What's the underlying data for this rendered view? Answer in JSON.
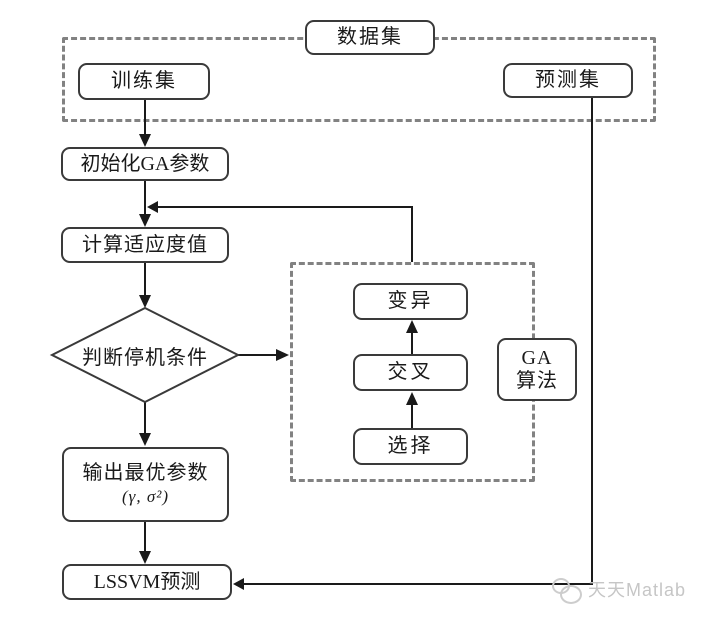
{
  "flowchart": {
    "title_node": {
      "label": "数据集"
    },
    "data_group": {
      "training_set": {
        "label": "训练集"
      },
      "prediction_set": {
        "label": "预测集"
      }
    },
    "main_flow": {
      "init_ga": {
        "label": "初始化GA参数"
      },
      "fitness": {
        "label": "计算适应度值"
      },
      "stop_condition": {
        "label": "判断停机条件"
      },
      "output_params": {
        "label": "输出最优参数",
        "sublabel": "(γ, σ²)"
      },
      "lssvm_predict": {
        "label": "LSSVM预测"
      }
    },
    "ga_loop": {
      "mutation": {
        "label": "变异"
      },
      "crossover": {
        "label": "交叉"
      },
      "selection": {
        "label": "选择"
      },
      "ga_algorithm": {
        "line1": "GA",
        "line2": "算法"
      }
    },
    "watermark": {
      "label": "天天Matlab"
    },
    "colors": {
      "box_border": "#3a3a3a",
      "dashed_border": "#828282",
      "line": "#1a1a1a",
      "text": "#1a1a1a",
      "watermark": "#c6c6c6",
      "background": "#ffffff"
    }
  }
}
